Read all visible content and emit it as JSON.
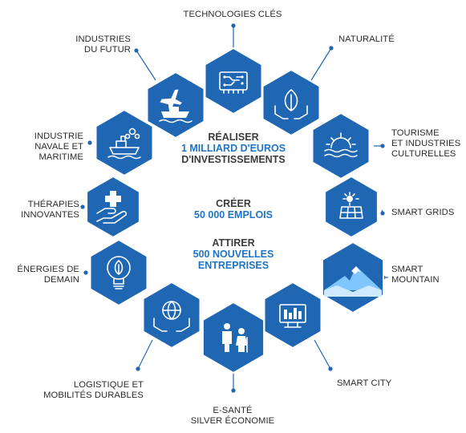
{
  "colors": {
    "hex": "#1f67b3",
    "hex_light": "#2b7cd0",
    "connector": "#1f67b3",
    "accent_blue": "#1f74c5",
    "dark_text": "#3c3c3c"
  },
  "sectors": [
    {
      "id": "technologies",
      "label": "TECHNOLOGIES CLÉS",
      "icon": "circuit-board-icon"
    },
    {
      "id": "naturalite",
      "label": "NATURALITÉ",
      "icon": "leaf-hands-icon"
    },
    {
      "id": "tourisme",
      "label": "TOURISME\nET INDUSTRIES\nCULTURELLES",
      "icon": "sunrise-waves-icon"
    },
    {
      "id": "smart-grids",
      "label": "SMART GRIDS",
      "icon": "solar-panel-icon"
    },
    {
      "id": "smart-mountain",
      "label": "SMART\nMOUNTAIN",
      "icon": "mountain-icon"
    },
    {
      "id": "smart-city",
      "label": "SMART CITY",
      "icon": "city-screen-icon"
    },
    {
      "id": "e-sante",
      "label": "E-SANTÉ\nSILVER ÉCONOMIE",
      "icon": "caregiver-icon"
    },
    {
      "id": "logistique",
      "label": "LOGISTIQUE ET\nMOBILITÉS DURABLES",
      "icon": "globe-hands-icon"
    },
    {
      "id": "energies",
      "label": "ÉNERGIES DE\nDEMAIN",
      "icon": "lightbulb-leaf-icon"
    },
    {
      "id": "therapies",
      "label": "THÉRAPIES\nINNOVANTES",
      "icon": "medical-cross-hand-icon"
    },
    {
      "id": "navale",
      "label": "INDUSTRIE\nNAVALE ET\nMARITIME",
      "icon": "ship-gears-icon"
    },
    {
      "id": "futur",
      "label": "INDUSTRIES\nDU FUTUR",
      "icon": "plane-ship-icon"
    }
  ],
  "center": [
    {
      "line1": "RÉALISER",
      "line2": "1 MILLIARD D'EUROS",
      "line3": "D'INVESTISSEMENTS"
    },
    {
      "line1": "CRÉER",
      "line2": "50 000 EMPLOIS"
    },
    {
      "line1": "ATTIRER",
      "line2": "500 NOUVELLES",
      "line3": "ENTREPRISES"
    }
  ]
}
